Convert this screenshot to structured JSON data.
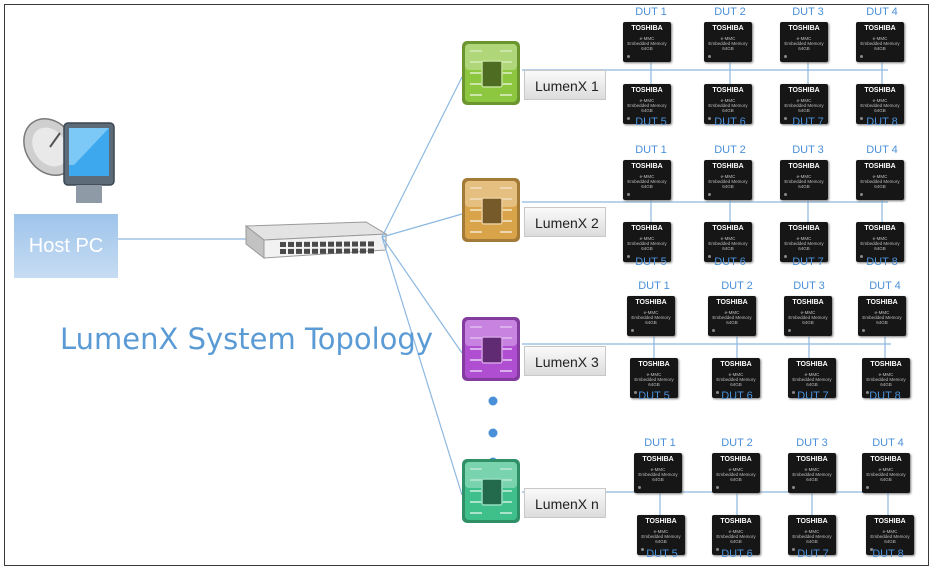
{
  "host": {
    "label": "Host PC",
    "icon": "host-computer-with-satellite-dish-icon"
  },
  "switch": {
    "icon": "network-switch-icon"
  },
  "title": "LumenX System Topology",
  "chip": {
    "brand": "TOSHIBA",
    "line1": "e-MMC",
    "line2": "Embedded Memory",
    "line3": "64GB"
  },
  "ellipsis_dots": 3,
  "units": [
    {
      "label": "LumenX 1",
      "color": "#8dc63f",
      "duts_top": [
        "DUT 1",
        "DUT 2",
        "DUT 3",
        "DUT 4"
      ],
      "duts_bottom": [
        "DUT 5",
        "DUT 6",
        "DUT 7",
        "DUT 8"
      ]
    },
    {
      "label": "LumenX 2",
      "color": "#d9a34a",
      "duts_top": [
        "DUT 1",
        "DUT 2",
        "DUT 3",
        "DUT 4"
      ],
      "duts_bottom": [
        "DUT 5",
        "DUT 6",
        "DUT 7",
        "DUT 8"
      ]
    },
    {
      "label": "LumenX 3",
      "color": "#b04ed2",
      "duts_top": [
        "DUT 1",
        "DUT 2",
        "DUT 3",
        "DUT 4"
      ],
      "duts_bottom": [
        "DUT 5",
        "DUT 6",
        "DUT 7",
        "DUT 8"
      ]
    },
    {
      "label": "LumenX n",
      "color": "#3fc08a",
      "duts_top": [
        "DUT 1",
        "DUT 2",
        "DUT 3",
        "DUT 4"
      ],
      "duts_bottom": [
        "DUT 5",
        "DUT 6",
        "DUT 7",
        "DUT 8"
      ]
    }
  ]
}
